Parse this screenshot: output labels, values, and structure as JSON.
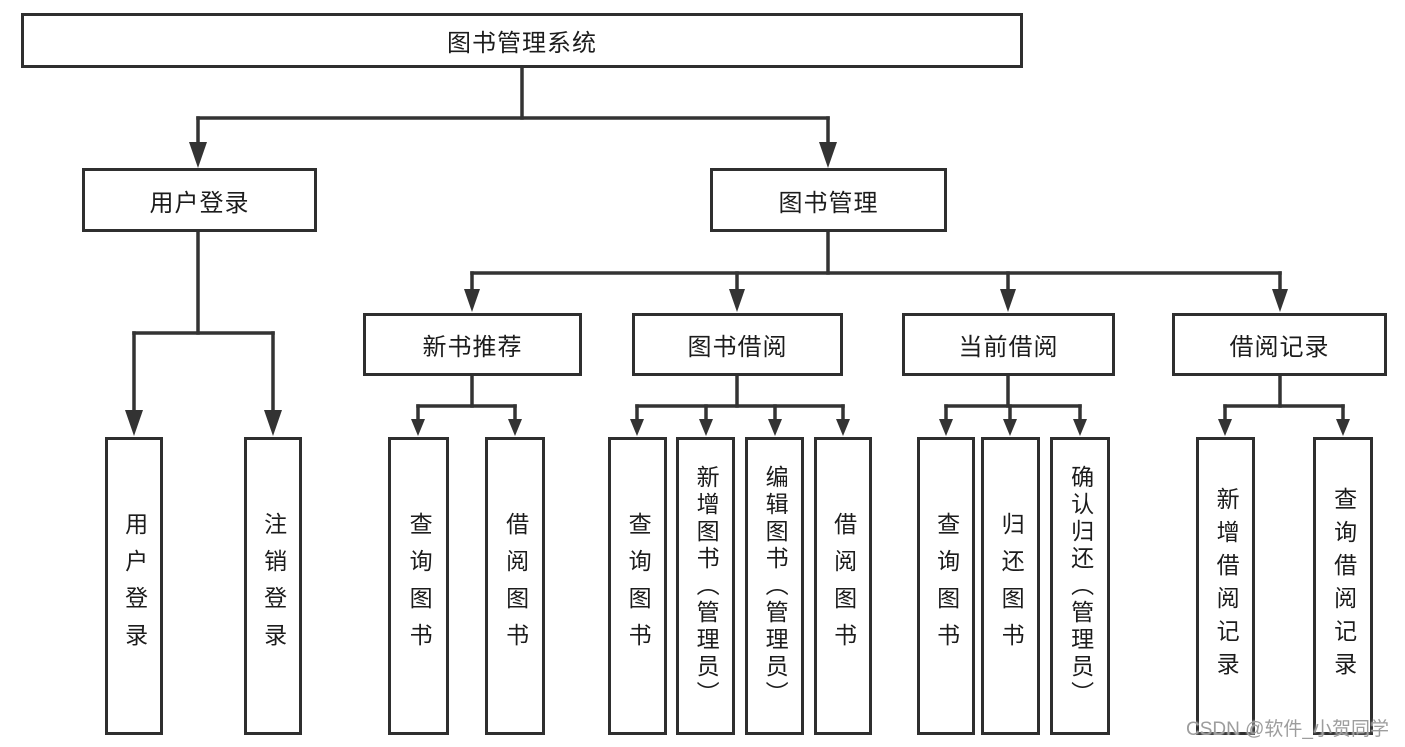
{
  "nodes": {
    "root": "图书管理系统",
    "level2": [
      "用户登录",
      "图书管理"
    ],
    "level3": [
      "新书推荐",
      "图书借阅",
      "当前借阅",
      "借阅记录"
    ],
    "level4": {
      "user_login_children": [
        "用户登录",
        "注销登录"
      ],
      "new_book_children": [
        "查询图书",
        "借阅图书"
      ],
      "book_borrow_children": [
        "查询图书",
        "新增图书（管理员）",
        "编辑图书（管理员）",
        "借阅图书"
      ],
      "current_borrow_children": [
        "查询图书",
        "归还图书",
        "确认归还（管理员）"
      ],
      "borrow_record_children": [
        "新增借阅记录",
        "查询借阅记录"
      ]
    }
  },
  "watermark": {
    "text": "CSDN @软件_小贺同学"
  },
  "colors": {
    "line": "#333333",
    "box_border": "#2f2f2f",
    "text": "#1c1c1c",
    "watermark": "#9d9d9d",
    "background": "#ffffff"
  }
}
